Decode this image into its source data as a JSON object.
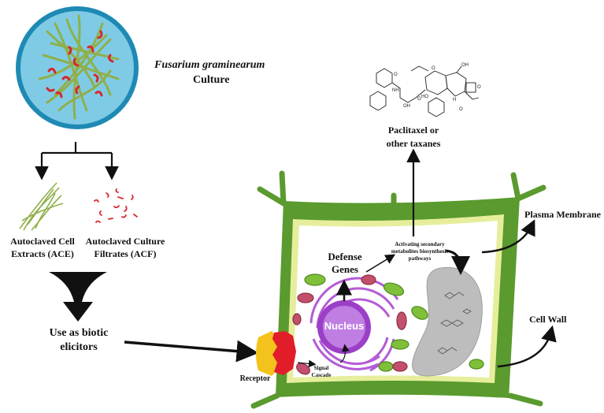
{
  "labels": {
    "culture_name": "Fusarium graminearum",
    "culture_word": "Culture",
    "ace_line1": "Autoclaved Cell",
    "ace_line2": "Extracts (ACE)",
    "acf_line1": "Autoclaved Culture",
    "acf_line2": "Filtrates (ACF)",
    "elicitor_line1": "Use as biotic",
    "elicitor_line2": "elicitors",
    "receptor": "Receptor",
    "signal_line1": "Signal",
    "signal_line2": "Cascade",
    "nucleus": "Nucleus",
    "defense_line1": "Defense",
    "defense_line2": "Genes",
    "pathway_line1": "Activating secondary",
    "pathway_line2": "metabolites biosynthesis",
    "pathway_line3": "pathways",
    "product_line1": "Paclitaxel or",
    "product_line2": "other taxanes",
    "plasma_membrane": "Plasma Membrane",
    "cell_wall": "Cell Wall"
  },
  "colors": {
    "petri_fill": "#7fcbe6",
    "petri_rim": "#1e8ab4",
    "hyphae": "#8fb04a",
    "spores": "#d8262e",
    "cell_wall": "#5a9a2e",
    "plasma_membrane": "#e6ee9c",
    "nucleus": "#9b3fc7",
    "nucleus_inner": "#c07ee3",
    "er": "#b45bd6",
    "vacuole": "#bdbdbd",
    "chloroplast": "#7fbf3a",
    "mitochondria": "#c2506c",
    "receptor_yellow": "#f4c21c",
    "receptor_red": "#e11d2a",
    "arrow": "#111111"
  }
}
